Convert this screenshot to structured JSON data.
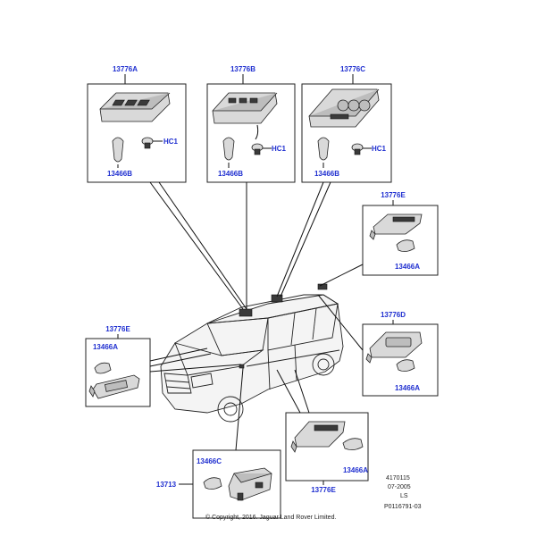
{
  "labels": {
    "a_top": "13776A",
    "b_top": "13776B",
    "c_top": "13776C",
    "e_right": "13776E",
    "d_right": "13776D",
    "e_left": "13776E",
    "e_bottom": "13776E",
    "hc1_a": "HC1",
    "hc1_b": "HC1",
    "hc1_c": "HC1",
    "b466_a": "13466B",
    "b466_b": "13466B",
    "b466_c": "13466B",
    "a466_e_right": "13466A",
    "a466_d": "13466A",
    "a466_left": "13466A",
    "a466_bottom": "13466A",
    "c466": "13466C",
    "p13713": "13713"
  },
  "meta": {
    "code": "4170115",
    "date": "07-2005",
    "ls": "LS",
    "ref": "P0116791-03"
  },
  "copyright": "© Copyright, 2016. Jaguar Land Rover Limited."
}
